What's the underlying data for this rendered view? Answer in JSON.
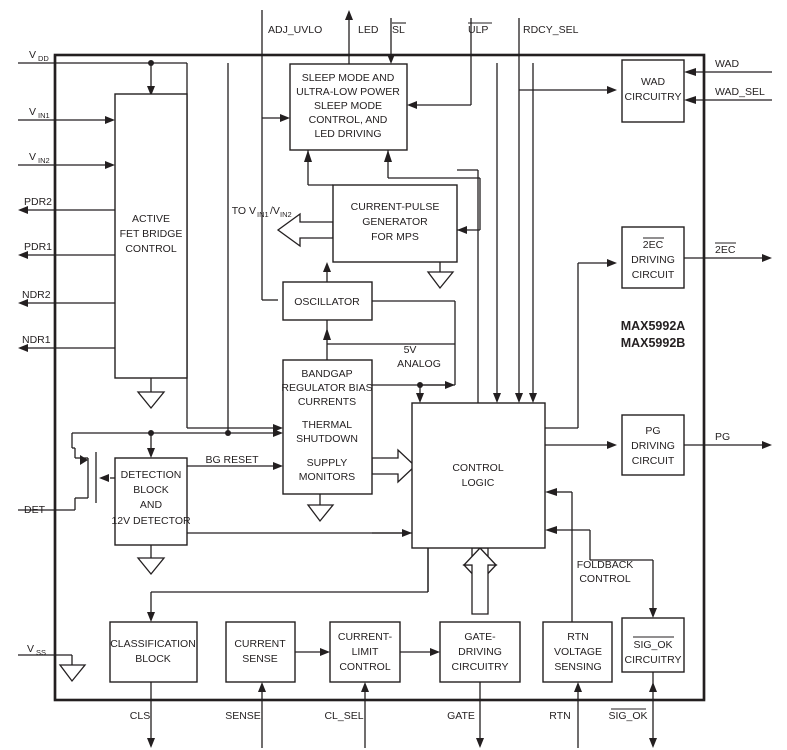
{
  "diagram": {
    "title": "MAX5992A/MAX5992B Functional Block Diagram",
    "part_labels": [
      "MAX5992A",
      "MAX5992B"
    ],
    "colors": {
      "line": "#231f20",
      "fill": "#ffffff",
      "background": "#ffffff"
    },
    "blocks": [
      {
        "id": "active-fet-bridge-control",
        "lines": [
          "ACTIVE",
          "FET BRIDGE",
          "CONTROL"
        ]
      },
      {
        "id": "sleep-mode",
        "lines": [
          "SLEEP MODE AND",
          "ULTRA-LOW POWER",
          "SLEEP MODE",
          "CONTROL, AND",
          "LED DRIVING"
        ]
      },
      {
        "id": "current-pulse-generator",
        "lines": [
          "CURRENT-PULSE",
          "GENERATOR",
          "FOR MPS"
        ]
      },
      {
        "id": "oscillator",
        "lines": [
          "OSCILLATOR"
        ]
      },
      {
        "id": "bandgap",
        "lines": [
          "BANDGAP",
          "REGULATOR BIAS",
          "CURRENTS",
          "THERMAL",
          "SHUTDOWN",
          "SUPPLY",
          "MONITORS"
        ]
      },
      {
        "id": "detection-block",
        "lines": [
          "DETECTION",
          "BLOCK",
          "AND",
          "12V DETECTOR"
        ]
      },
      {
        "id": "control-logic",
        "lines": [
          "CONTROL",
          "LOGIC"
        ]
      },
      {
        "id": "wad-circuitry",
        "lines": [
          "WAD",
          "CIRCUITRY"
        ]
      },
      {
        "id": "2ec-driving-circuit",
        "lines": [
          "2EC",
          "DRIVING",
          "CIRCUIT"
        ],
        "overline_first": true
      },
      {
        "id": "pg-driving-circuit",
        "lines": [
          "PG",
          "DRIVING",
          "CIRCUIT"
        ]
      },
      {
        "id": "sig-ok-circuitry",
        "lines": [
          "SIG_OK",
          "CIRCUITRY"
        ],
        "overline_first": true
      },
      {
        "id": "classification-block",
        "lines": [
          "CLASSIFICATION",
          "BLOCK"
        ]
      },
      {
        "id": "current-sense",
        "lines": [
          "CURRENT",
          "SENSE"
        ]
      },
      {
        "id": "current-limit-control",
        "lines": [
          "CURRENT-",
          "LIMIT",
          "CONTROL"
        ]
      },
      {
        "id": "gate-driving-circuitry",
        "lines": [
          "GATE-",
          "DRIVING",
          "CIRCUITRY"
        ]
      },
      {
        "id": "rtn-voltage-sensing",
        "lines": [
          "RTN",
          "VOLTAGE",
          "SENSING"
        ]
      }
    ],
    "pins_left": [
      {
        "id": "vdd",
        "label": "V",
        "sub": "DD",
        "direction": "in"
      },
      {
        "id": "vin1",
        "label": "V",
        "sub": "IN1",
        "direction": "in"
      },
      {
        "id": "vin2",
        "label": "V",
        "sub": "IN2",
        "direction": "in"
      },
      {
        "id": "pdr2",
        "label": "PDR2",
        "sub": "",
        "direction": "out"
      },
      {
        "id": "pdr1",
        "label": "PDR1",
        "sub": "",
        "direction": "out"
      },
      {
        "id": "ndr2",
        "label": "NDR2",
        "sub": "",
        "direction": "out"
      },
      {
        "id": "ndr1",
        "label": "NDR1",
        "sub": "",
        "direction": "out"
      },
      {
        "id": "det",
        "label": "DET",
        "sub": "",
        "direction": "in"
      },
      {
        "id": "vss",
        "label": "V",
        "sub": "SS",
        "direction": "in"
      }
    ],
    "pins_top": [
      {
        "id": "adj-uvlo",
        "label": "ADJ_UVLO",
        "overline": false,
        "direction": "in"
      },
      {
        "id": "led",
        "label": "LED",
        "overline": false,
        "direction": "out"
      },
      {
        "id": "sl",
        "label": "SL",
        "overline": true,
        "direction": "in"
      },
      {
        "id": "ulp",
        "label": "ULP",
        "overline": true,
        "direction": "in"
      },
      {
        "id": "rdcy-sel",
        "label": "RDCY_SEL",
        "overline": false,
        "direction": "in"
      }
    ],
    "pins_right": [
      {
        "id": "wad",
        "label": "WAD",
        "overline": false,
        "direction": "in"
      },
      {
        "id": "wad-sel",
        "label": "WAD_SEL",
        "overline": false,
        "direction": "in"
      },
      {
        "id": "2ec",
        "label": "2EC",
        "overline": true,
        "direction": "out"
      },
      {
        "id": "pg",
        "label": "PG",
        "overline": false,
        "direction": "out"
      }
    ],
    "pins_bottom": [
      {
        "id": "cls",
        "label": "CLS",
        "overline": false,
        "direction": "out"
      },
      {
        "id": "sense",
        "label": "SENSE",
        "overline": false,
        "direction": "in"
      },
      {
        "id": "cl-sel",
        "label": "CL_SEL",
        "overline": false,
        "direction": "in"
      },
      {
        "id": "gate",
        "label": "GATE",
        "overline": false,
        "direction": "out"
      },
      {
        "id": "rtn",
        "label": "RTN",
        "overline": false,
        "direction": "in"
      },
      {
        "id": "sig-ok",
        "label": "SIG_OK",
        "overline": true,
        "direction": "out"
      }
    ],
    "annotations": [
      {
        "id": "to-vin",
        "text": "TO V",
        "sub1": "IN1",
        "mid": "/V",
        "sub2": "IN2"
      },
      {
        "id": "bg-reset",
        "text": "BG RESET"
      },
      {
        "id": "five-v-analog",
        "line1": "5V",
        "line2": "ANALOG"
      },
      {
        "id": "foldback-control",
        "line1": "FOLDBACK",
        "line2": "CONTROL"
      }
    ]
  }
}
